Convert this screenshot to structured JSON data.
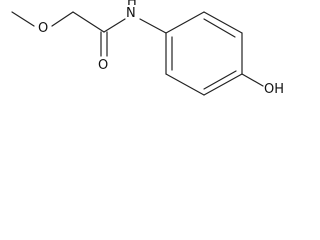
{
  "molecule": {
    "atoms": {
      "ether_o": "O",
      "carbonyl_o": "O",
      "amide_nh": "N",
      "amide_h": "H",
      "hydroxyl": "OH"
    },
    "colors": {
      "bond": "#222222",
      "text": "#111111",
      "background": "#ffffff"
    }
  }
}
